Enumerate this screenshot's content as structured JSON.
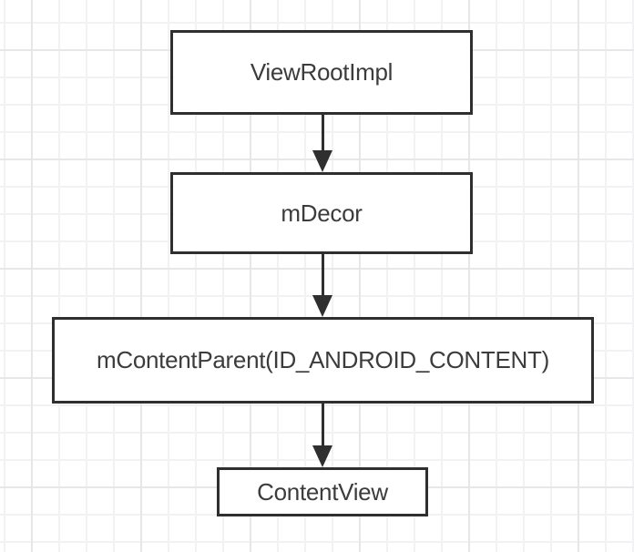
{
  "diagram": {
    "type": "flowchart",
    "direction": "top-down",
    "nodes": [
      {
        "id": "viewrootimpl",
        "label": "ViewRootImpl"
      },
      {
        "id": "mdecor",
        "label": "mDecor"
      },
      {
        "id": "mcontentparent",
        "label": "mContentParent(ID_ANDROID_CONTENT)"
      },
      {
        "id": "contentview",
        "label": "ContentView"
      }
    ],
    "edges": [
      {
        "from": "viewrootimpl",
        "to": "mdecor"
      },
      {
        "from": "mdecor",
        "to": "mcontentparent"
      },
      {
        "from": "mcontentparent",
        "to": "contentview"
      }
    ],
    "colors": {
      "node_border": "#2f2f2f",
      "node_fill": "#ffffff",
      "text": "#3c3c3c",
      "arrow": "#2f2f2f",
      "grid_minor": "#f2f2f4",
      "grid_major": "#e7e7ea",
      "canvas_bg": "#ffffff"
    }
  }
}
